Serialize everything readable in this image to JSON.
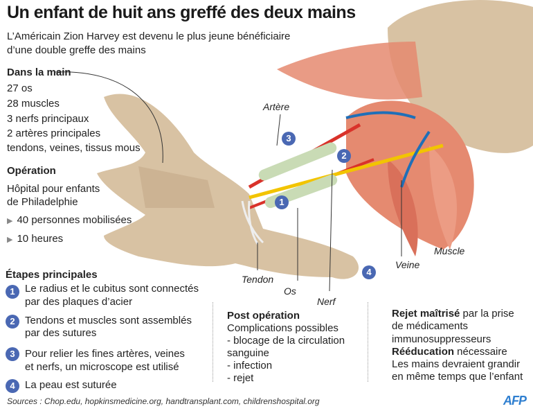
{
  "title": "Un enfant de huit ans greffé des deux mains",
  "subtitle": [
    "L’Américain Zion Harvey est devenu le plus jeune bénéficiaire",
    "d’une double greffe des mains"
  ],
  "hand": {
    "heading": "Dans la main",
    "items": [
      "27 os",
      "28 muscles",
      "3 nerfs principaux",
      "2 artères principales",
      "tendons, veines, tissus mous"
    ]
  },
  "operation": {
    "heading": "Opération",
    "hospital": [
      "Hôpital pour enfants",
      "de Philadelphie"
    ],
    "bullets": [
      "40 personnes mobilisées",
      "10 heures"
    ]
  },
  "steps": {
    "heading": "Étapes principales",
    "items": [
      {
        "num": "1",
        "lines": [
          "Le radius et le cubitus sont connectés",
          "par des plaques d’acier"
        ]
      },
      {
        "num": "2",
        "lines": [
          "Tendons et muscles sont assemblés",
          "par des sutures"
        ]
      },
      {
        "num": "3",
        "lines": [
          "Pour relier les fines artères, veines",
          "et nerfs, un microscope est utilisé"
        ]
      },
      {
        "num": "4",
        "lines": [
          "La peau est suturée"
        ]
      }
    ]
  },
  "post": {
    "heading": "Post opération",
    "lines": [
      "Complications possibles",
      "- blocage de la circulation",
      "sanguine",
      "- infection",
      "- rejet"
    ]
  },
  "outlook": {
    "rejet_bold": "Rejet maîtrisé",
    "rejet_rest": " par la prise",
    "lines1": [
      "de médicaments",
      "immunosuppresseurs"
    ],
    "reeduc_bold": "Rééducation",
    "reeduc_rest": " nécessaire",
    "lines2": [
      "Les mains devraient grandir",
      "en même temps que l’enfant"
    ]
  },
  "labels": {
    "artere": "Artère",
    "muscle": "Muscle",
    "veine": "Veine",
    "tendon": "Tendon",
    "os": "Os",
    "nerf": "Nerf"
  },
  "markers": [
    "1",
    "2",
    "3",
    "4"
  ],
  "sources": "Sources : Chop.edu, hopkinsmedicine.org, handtransplant.com, childrenshospital.org",
  "logo": "AFP",
  "colors": {
    "accent": "#4a68b3",
    "skin": "#d8c2a3",
    "muscle": "#e58a70",
    "vein": "#1f6fb8",
    "artery": "#d9322a",
    "nerve": "#f2c400",
    "plate": "#c9dbb5"
  }
}
